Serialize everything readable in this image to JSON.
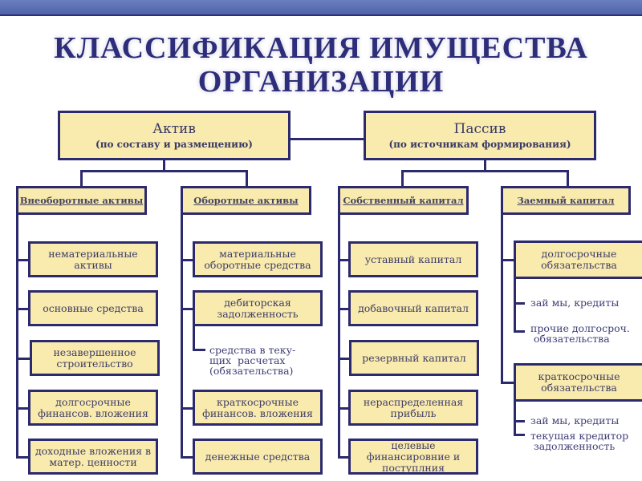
{
  "title": {
    "line1": "КЛАССИФИКАЦИЯ ИМУЩЕСТВА",
    "line2": "ОРГАНИЗАЦИИ"
  },
  "colors": {
    "box_fill": "#f9eaae",
    "border": "#2c2a6e",
    "title": "#2d2d7a",
    "top_bar": "#5568ad"
  },
  "aktiv": {
    "title": "Актив",
    "subtitle": "(по составу и размещению)",
    "groups": [
      {
        "label": "Внеоборотные активы",
        "items": [
          "нематериальные активы",
          "основные средства",
          "незавершенное строительство",
          "долгосрочные финансов. вложения",
          "доходные вложения в матер. ценности"
        ]
      },
      {
        "label": "Оборотные активы",
        "items": [
          "материальные оборотные средства",
          "дебиторская задолженность",
          "краткосрочные финансов. вложения",
          "денежные средства"
        ],
        "notes": [
          "средства в теку-\nщих  расчетах\n(обязательства)"
        ]
      }
    ]
  },
  "passiv": {
    "title": "Пассив",
    "subtitle": "(по источникам формирования)",
    "groups": [
      {
        "label": "Собственный капитал",
        "items": [
          "уставный  капитал",
          "добавочный капитал",
          "резервный  капитал",
          "нераспределенная прибыль",
          "целевые финансировние и поступлния"
        ]
      },
      {
        "label": "Заемный капитал",
        "items": [
          "долгосрочные обязательства",
          "краткосрочные обязательства"
        ],
        "notes": [
          "зай мы, кредиты",
          "прочие долгосроч.\n обязательства",
          "зай мы, кредиты",
          "текущая кредитор\n задолженность"
        ]
      }
    ]
  }
}
